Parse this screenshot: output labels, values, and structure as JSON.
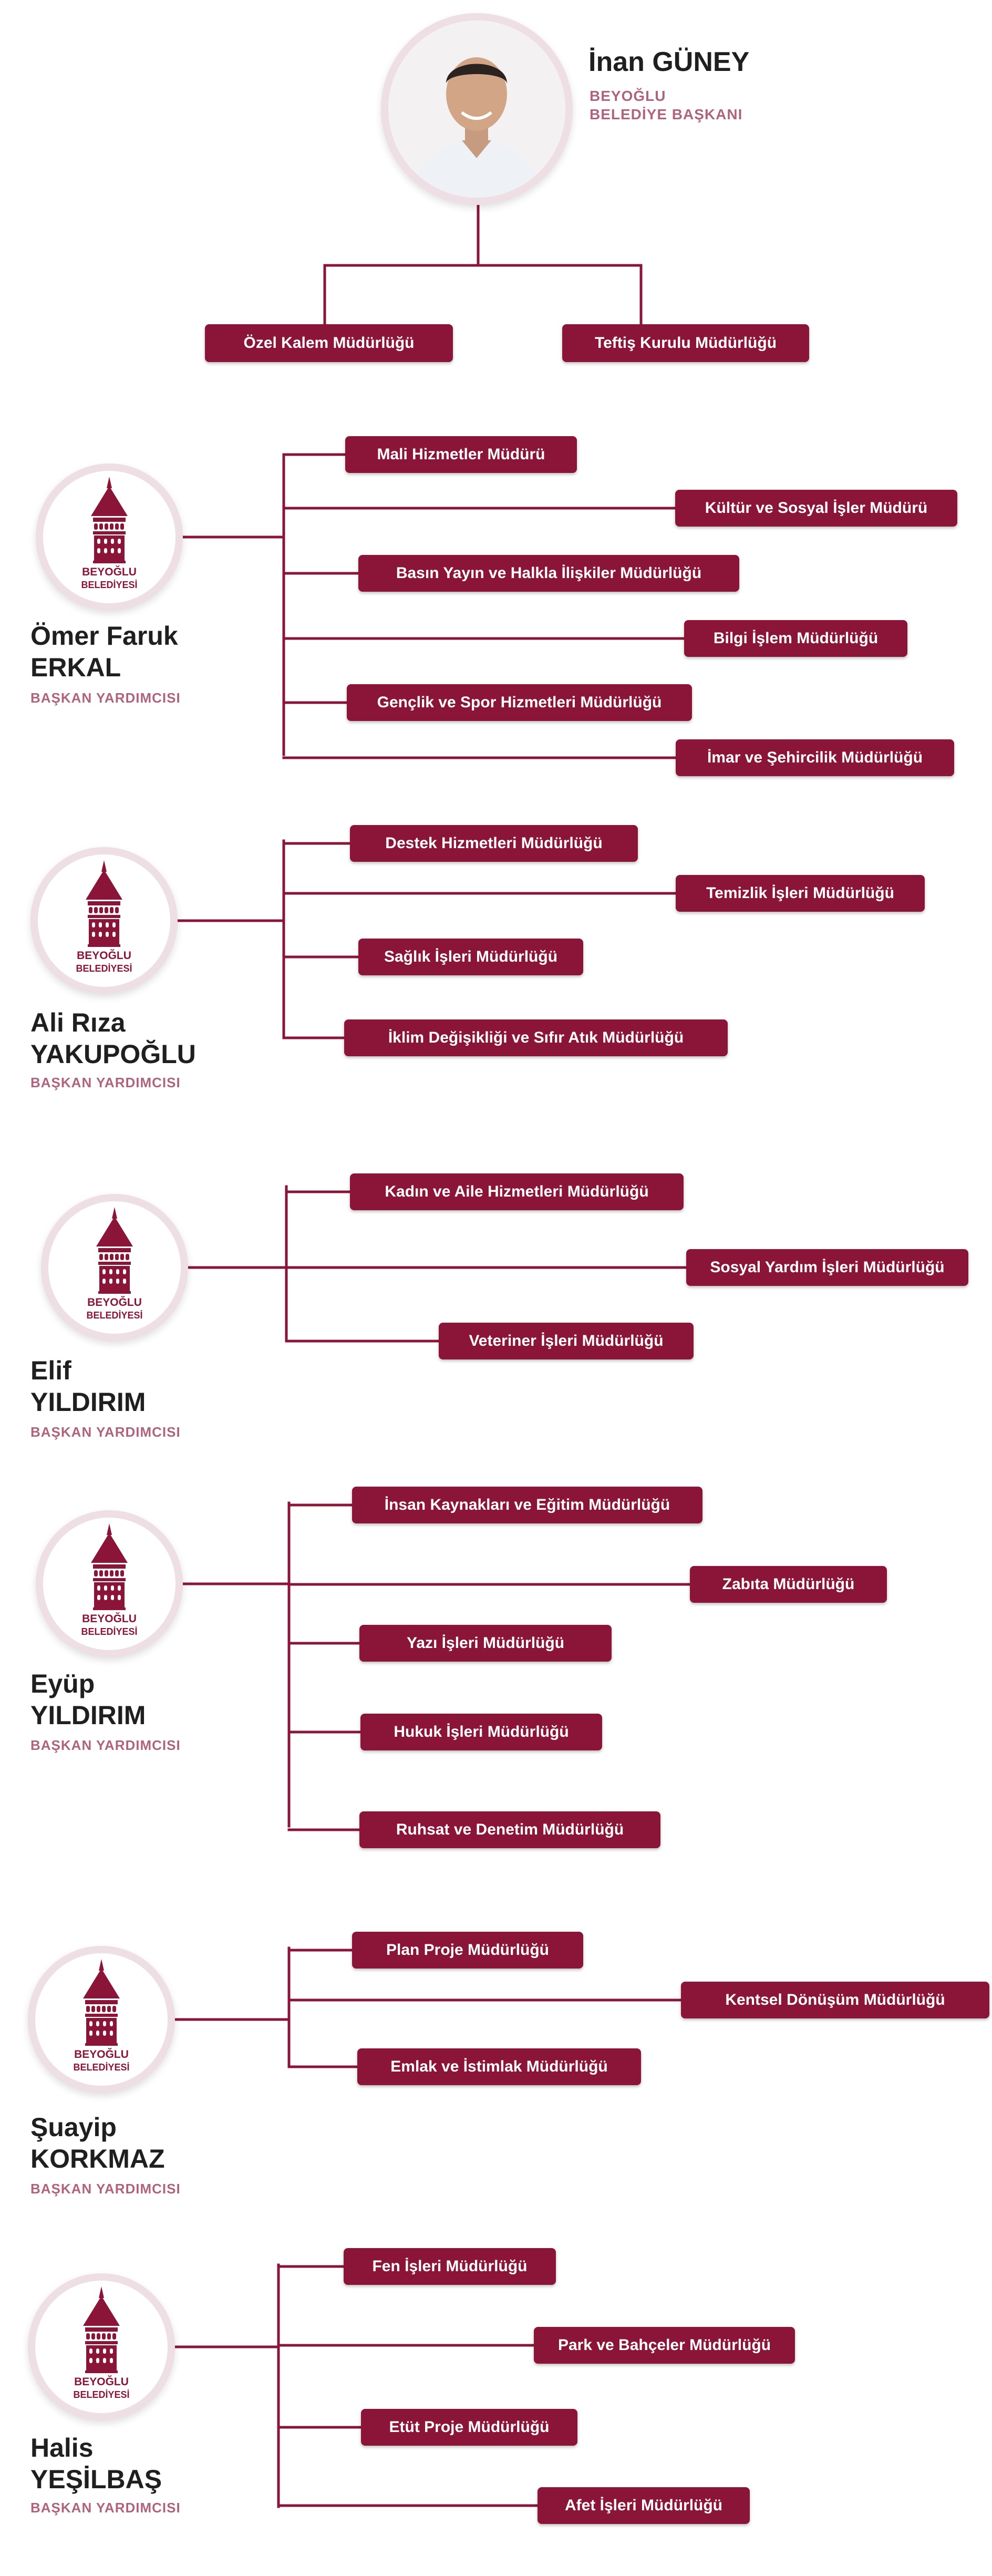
{
  "mayor": {
    "name": "İnan GÜNEY",
    "role_line1": "BEYOĞLU",
    "role_line2": "BELEDİYE BAŞKANI",
    "offices": [
      "Özel Kalem Müdürlüğü",
      "Teftiş Kurulu Müdürlüğü"
    ]
  },
  "logo": {
    "line1": "BEYOĞLU",
    "line2": "BELEDİYESİ"
  },
  "colors": {
    "accent": "#8b1538",
    "role": "#b0637e",
    "ring": "#eddfe3"
  },
  "groups": [
    {
      "first": "Ömer Faruk",
      "last": "ERKAL",
      "role": "BAŞKAN YARDIMCISI",
      "units": [
        "Mali Hizmetler Müdürü",
        "Kültür ve Sosyal İşler Müdürü",
        "Basın Yayın ve Halkla İlişkiler Müdürlüğü",
        "Bilgi İşlem Müdürlüğü",
        "Gençlik ve Spor Hizmetleri Müdürlüğü",
        "İmar ve Şehircilik Müdürlüğü"
      ]
    },
    {
      "first": "Ali Rıza",
      "last": "YAKUPOĞLU",
      "role": "BAŞKAN YARDIMCISI",
      "units": [
        "Destek Hizmetleri Müdürlüğü",
        "Temizlik İşleri Müdürlüğü",
        "Sağlık İşleri Müdürlüğü",
        "İklim Değişikliği ve Sıfır Atık Müdürlüğü"
      ]
    },
    {
      "first": "Elif",
      "last": "YILDIRIM",
      "role": "BAŞKAN YARDIMCISI",
      "units": [
        "Kadın ve Aile Hizmetleri Müdürlüğü",
        "Sosyal Yardım İşleri Müdürlüğü",
        "Veteriner İşleri Müdürlüğü"
      ]
    },
    {
      "first": "Eyüp",
      "last": "YILDIRIM",
      "role": "BAŞKAN YARDIMCISI",
      "units": [
        "İnsan Kaynakları ve Eğitim Müdürlüğü",
        "Zabıta Müdürlüğü",
        "Yazı İşleri Müdürlüğü",
        "Hukuk İşleri Müdürlüğü",
        "Ruhsat ve Denetim Müdürlüğü"
      ]
    },
    {
      "first": "Şuayip",
      "last": "KORKMAZ",
      "role": "BAŞKAN YARDIMCISI",
      "units": [
        "Plan Proje Müdürlüğü",
        "Kentsel Dönüşüm Müdürlüğü",
        "Emlak ve İstimlak Müdürlüğü"
      ]
    },
    {
      "first": "Halis",
      "last": "YEŞİLBAŞ",
      "role": "BAŞKAN YARDIMCISI",
      "units": [
        "Fen İşleri Müdürlüğü",
        "Park ve Bahçeler Müdürlüğü",
        "Etüt Proje Müdürlüğü",
        "Afet İşleri Müdürlüğü"
      ]
    }
  ]
}
